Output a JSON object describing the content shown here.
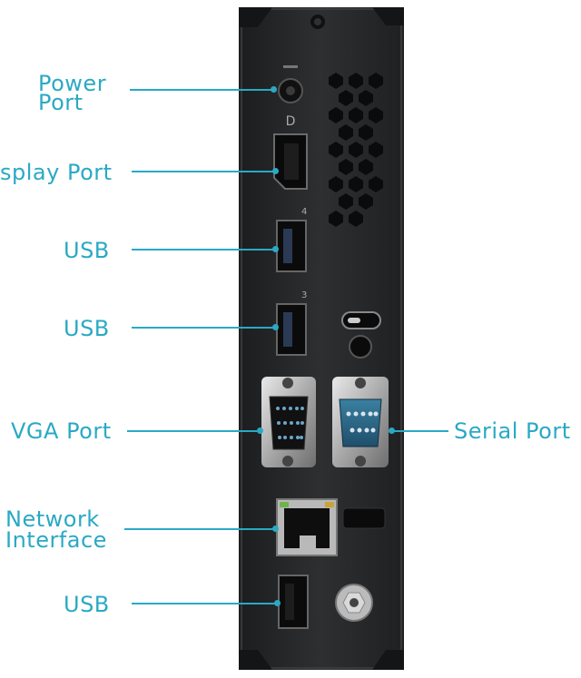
{
  "labels": {
    "power_port": [
      "Power",
      "Port"
    ],
    "display_port": "splay Port",
    "usb_1": "USB",
    "usb_2": "USB",
    "vga_port": "VGA Port",
    "serial_port": "Serial Port",
    "network_interface": [
      "Network",
      "Interface"
    ],
    "usb_3": "USB"
  },
  "colors": {
    "accent": "#2aa9c4",
    "chassis": "#2a2c2e",
    "background": "#ffffff"
  }
}
